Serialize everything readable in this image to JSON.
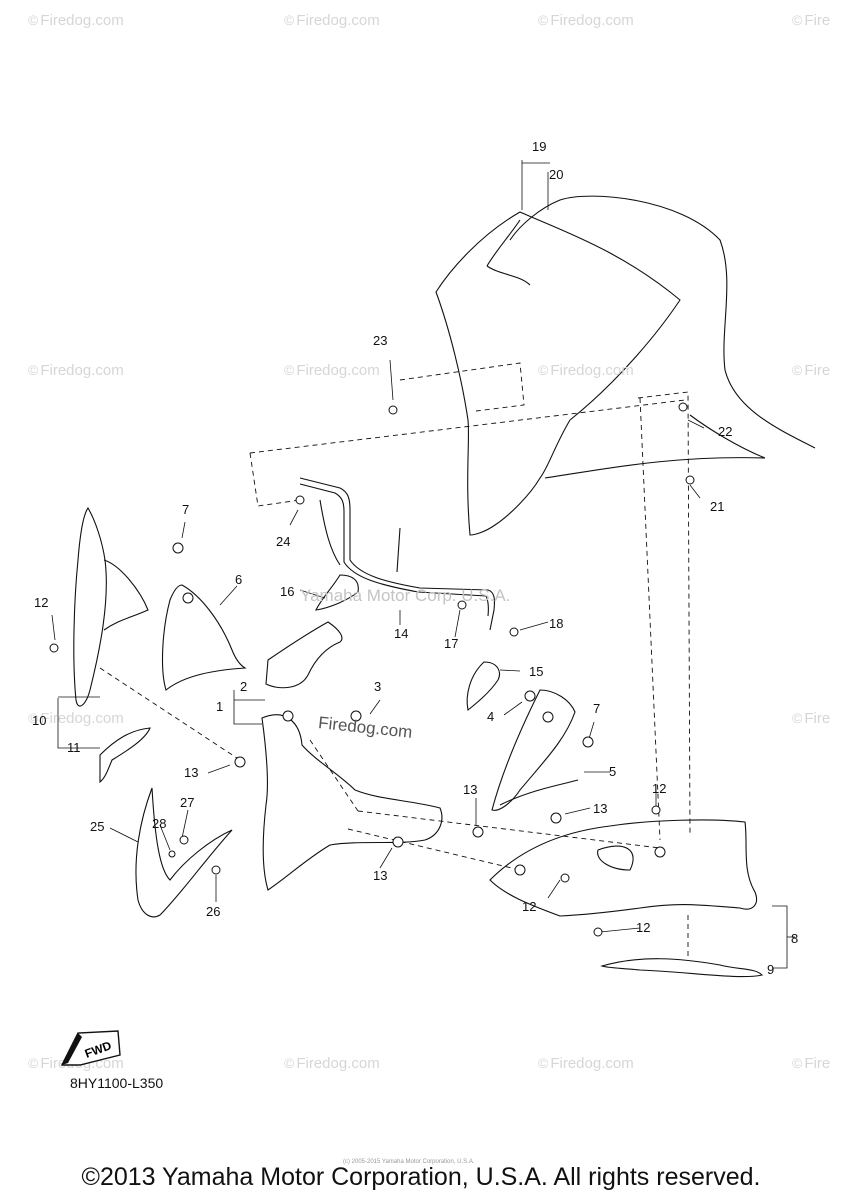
{
  "watermark": {
    "symbol": "©",
    "text": "Firedog.com",
    "partial": "Fire"
  },
  "center_watermarks": {
    "company": "Yamaha Motor Corp. U.S.A.",
    "site": "Firedog.com"
  },
  "callouts": {
    "n1": "1",
    "n2": "2",
    "n3": "3",
    "n4": "4",
    "n5": "5",
    "n6": "6",
    "n7a": "7",
    "n7b": "7",
    "n8": "8",
    "n9": "9",
    "n10": "10",
    "n11": "11",
    "n12a": "12",
    "n12b": "12",
    "n12c": "12",
    "n12d": "12",
    "n13a": "13",
    "n13b": "13",
    "n13c": "13",
    "n13d": "13",
    "n14": "14",
    "n15": "15",
    "n16": "16",
    "n17": "17",
    "n18": "18",
    "n19": "19",
    "n20": "20",
    "n21": "21",
    "n22": "22",
    "n23": "23",
    "n24": "24",
    "n25": "25",
    "n26": "26",
    "n27": "27",
    "n28": "28"
  },
  "fwd_label": "FWD",
  "doc_code": "8HY1100-L350",
  "tiny_note": "(c) 2005-2015 Yamaha Motor Corporation, U.S.A.",
  "copyright": "©2013 Yamaha Motor Corporation, U.S.A. All rights reserved."
}
